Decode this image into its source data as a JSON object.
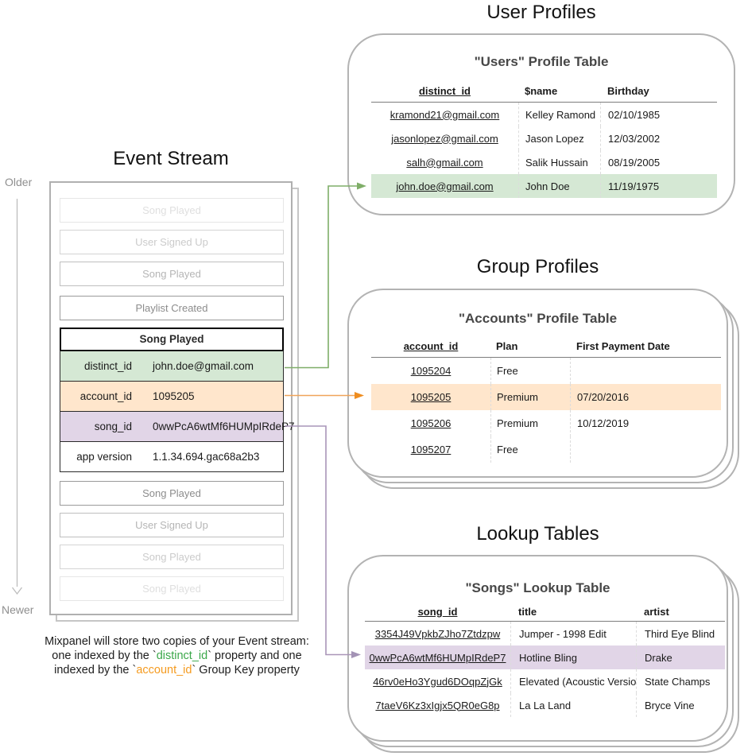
{
  "titles": {
    "event_stream": "Event Stream",
    "user_profiles": "User Profiles",
    "group_profiles": "Group Profiles",
    "lookup_tables": "Lookup Tables"
  },
  "timeline": {
    "older": "Older",
    "newer": "Newer"
  },
  "event_stream": {
    "events_before": [
      {
        "label": "Song Played"
      },
      {
        "label": "User Signed Up"
      },
      {
        "label": "Song Played"
      },
      {
        "label": "Playlist Created"
      }
    ],
    "focus_event": {
      "title": "Song Played",
      "properties": [
        {
          "key": "distinct_id",
          "value": "john.doe@gmail.com",
          "highlight": "green"
        },
        {
          "key": "account_id",
          "value": "1095205",
          "highlight": "orange"
        },
        {
          "key": "song_id",
          "value": "0wwPcA6wtMf6HUMpIRdeP7",
          "highlight": "purple"
        },
        {
          "key": "app version",
          "value": "1.1.34.694.gac68a2b3",
          "highlight": "none"
        }
      ]
    },
    "events_after": [
      {
        "label": "Song Played"
      },
      {
        "label": "User Signed Up"
      },
      {
        "label": "Song Played"
      },
      {
        "label": "Song Played"
      }
    ]
  },
  "caption": {
    "line1": "Mixpanel will store two copies of your Event stream:",
    "line2_pre": "one indexed by the `",
    "line2_code": "distinct_id",
    "line2_post": "` property and one",
    "line3_pre": "indexed by the `",
    "line3_code": "account_id",
    "line3_post": "` Group Key property"
  },
  "users_table": {
    "card_title": "\"Users\" Profile Table",
    "columns": {
      "c1": "distinct_id",
      "c2": "$name",
      "c3": "Birthday"
    },
    "rows": [
      {
        "distinct_id": "kramond21@gmail.com",
        "name": "Kelley Ramond",
        "birthday": "02/10/1985"
      },
      {
        "distinct_id": "jasonlopez@gmail.com",
        "name": "Jason Lopez",
        "birthday": "12/03/2002"
      },
      {
        "distinct_id": "salh@gmail.com",
        "name": "Salik Hussain",
        "birthday": "08/19/2005"
      },
      {
        "distinct_id": "john.doe@gmail.com",
        "name": "John Doe",
        "birthday": "11/19/1975"
      }
    ],
    "highlighted_row": 3
  },
  "accounts_table": {
    "card_title": "\"Accounts\" Profile Table",
    "columns": {
      "c1": "account_id",
      "c2": "Plan",
      "c3": "First Payment Date"
    },
    "rows": [
      {
        "account_id": "1095204",
        "plan": "Free",
        "first_payment_date": ""
      },
      {
        "account_id": "1095205",
        "plan": "Premium",
        "first_payment_date": "07/20/2016"
      },
      {
        "account_id": "1095206",
        "plan": "Premium",
        "first_payment_date": "10/12/2019"
      },
      {
        "account_id": "1095207",
        "plan": "Free",
        "first_payment_date": ""
      }
    ],
    "highlighted_row": 1
  },
  "songs_table": {
    "card_title": "\"Songs\" Lookup Table",
    "columns": {
      "c1": "song_id",
      "c2": "title",
      "c3": "artist"
    },
    "rows": [
      {
        "song_id": "3354J49VpkbZJho7Ztdzpw",
        "title": "Jumper - 1998 Edit",
        "artist": "Third Eye Blind"
      },
      {
        "song_id": "0wwPcA6wtMf6HUMpIRdeP7",
        "title": "Hotline Bling",
        "artist": "Drake"
      },
      {
        "song_id": "46rv0eHo3Ygud6DOqpZjGk",
        "title": "Elevated (Acoustic Version)",
        "artist": "State Champs"
      },
      {
        "song_id": "7taeV6Kz3xIgjx5QR0eG8p",
        "title": "La La Land",
        "artist": "Bryce Vine"
      }
    ],
    "highlighted_row": 1
  },
  "colors": {
    "green_highlight": "#d5e8d4",
    "orange_highlight": "#ffe6cc",
    "purple_highlight": "#e1d5e7",
    "green_arrow": "#7fae68",
    "orange_arrow": "#ef8d1f",
    "purple_arrow": "#a393b5",
    "caption_green": "#3ba74a",
    "caption_orange": "#f59b20"
  }
}
